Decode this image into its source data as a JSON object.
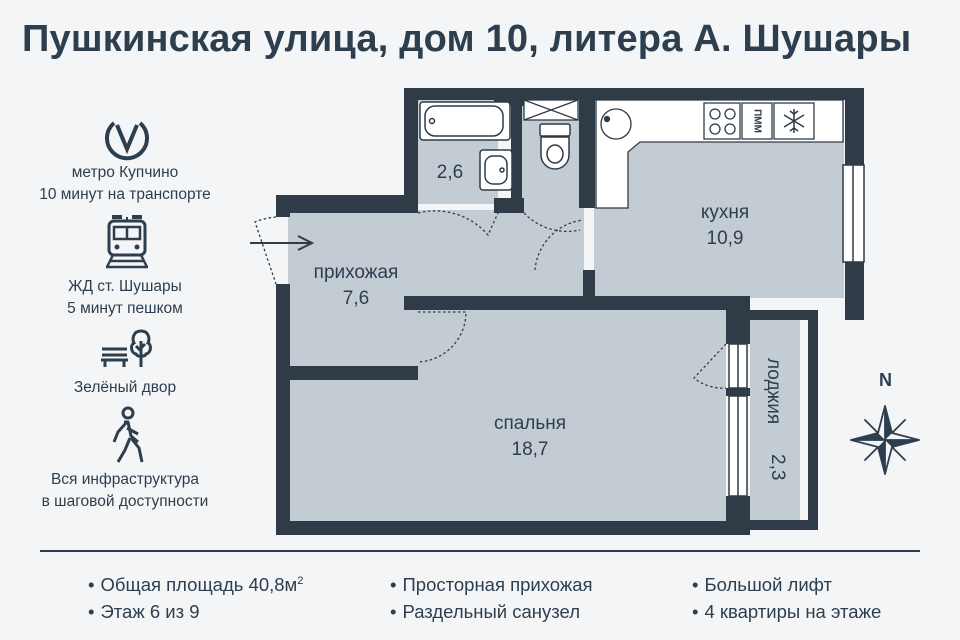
{
  "title": "Пушкинская улица, дом 10, литера А. Шушары",
  "features": [
    {
      "icon": "metro-icon",
      "line1": "метро Купчино",
      "line2": "10 минут на транспорте"
    },
    {
      "icon": "train-icon",
      "line1": "ЖД ст. Шушары",
      "line2": "5 минут пешком"
    },
    {
      "icon": "park-bench-tree-icon",
      "line1": "Зелёный двор",
      "line2": ""
    },
    {
      "icon": "walking-person-icon",
      "line1": "Вся инфраструктура",
      "line2": "в шаговой доступности"
    }
  ],
  "rooms": {
    "bathroom": {
      "area": "2,6"
    },
    "kitchen": {
      "name": "кухня",
      "area": "10,9"
    },
    "hallway": {
      "name": "прихожая",
      "area": "7,6"
    },
    "bedroom": {
      "name": "спальня",
      "area": "18,7"
    },
    "loggia": {
      "name": "лоджия",
      "area": "2,3"
    }
  },
  "appliances": {
    "dishwasher_label": "ПММ"
  },
  "compass": {
    "north_label": "N"
  },
  "bullets": {
    "area_text": "Общая площадь 40,8м",
    "area_sup": "2",
    "floor": "Этаж 6 из 9",
    "hallway": "Просторная прихожая",
    "bathroom": "Раздельный санузел",
    "elevator": "Большой лифт",
    "apartments": "4 квартиры на этаже"
  },
  "colors": {
    "background": "#f3f5f6",
    "text": "#2d3e4f",
    "wall": "#2f3b47",
    "floor": "#c4ccd3"
  }
}
